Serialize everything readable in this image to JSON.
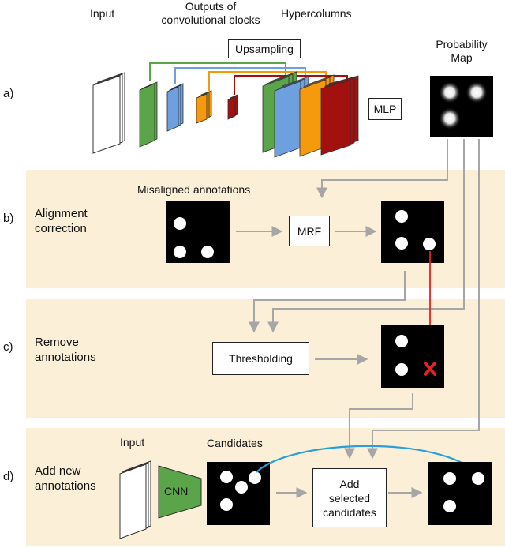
{
  "header": {
    "input": "Input",
    "outputs_line1": "Outputs of",
    "outputs_line2": "convolutional blocks",
    "hypercolumns": "Hypercolumns",
    "upsampling": "Upsampling",
    "prob_line1": "Probability",
    "prob_line2": "Map",
    "mlp": "MLP"
  },
  "rows": {
    "a": {
      "letter": "a)"
    },
    "b": {
      "letter": "b)",
      "title_line1": "Alignment",
      "title_line2": "correction",
      "misaligned": "Misaligned annotations",
      "mrf": "MRF"
    },
    "c": {
      "letter": "c)",
      "title_line1": "Remove",
      "title_line2": "annotations",
      "thresholding": "Thresholding"
    },
    "d": {
      "letter": "d)",
      "title_line1": "Add new",
      "title_line2": "annotations",
      "input": "Input",
      "cnn": "CNN",
      "candidates": "Candidates",
      "add_line1": "Add",
      "add_line2": "selected",
      "add_line3": "candidates"
    }
  },
  "colors": {
    "panel_bg": "#fbefd8",
    "arrow_gray": "#a6a6a6",
    "green": "#5aa44a",
    "blue": "#6ea0e0",
    "orange": "#f59a0c",
    "dark_red": "#a21010",
    "red": "#e52222",
    "cyan": "#2a9fd8"
  }
}
